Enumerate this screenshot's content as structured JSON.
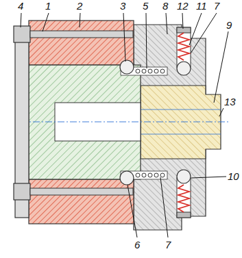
{
  "diagram": {
    "labels": [
      "4",
      "1",
      "2",
      "3",
      "5",
      "8",
      "12",
      "11",
      "7",
      "9",
      "13",
      "10",
      "6",
      "7"
    ]
  }
}
